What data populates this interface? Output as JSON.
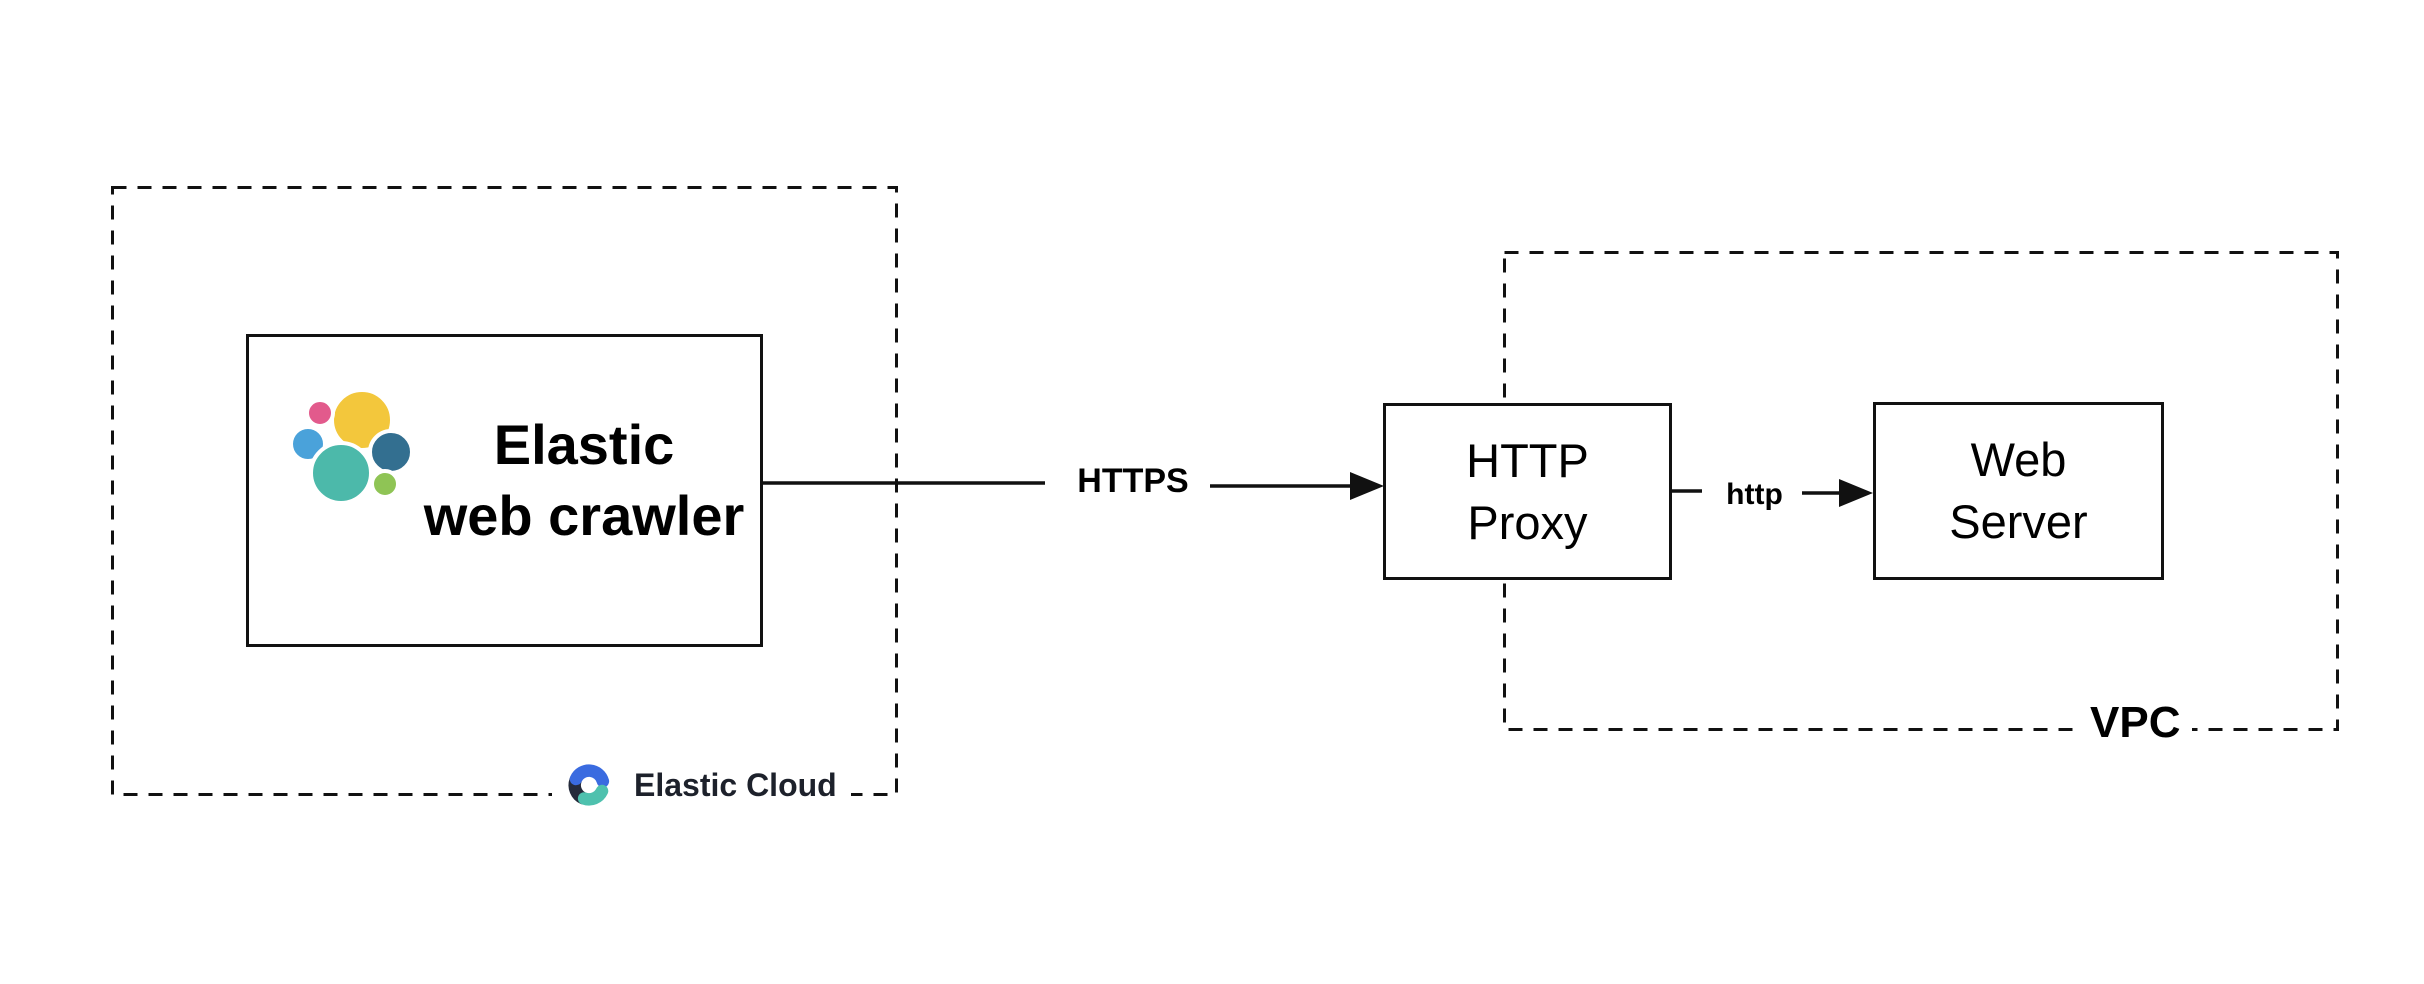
{
  "style": {
    "background": "#ffffff",
    "stroke": "#111111",
    "text_color": "#000000",
    "cloud_text_color": "#1d212b"
  },
  "groups": {
    "elastic_cloud": {
      "label": "Elastic Cloud"
    },
    "vpc": {
      "label": "VPC"
    }
  },
  "nodes": {
    "crawler": {
      "line1": "Elastic",
      "line2": "web crawler"
    },
    "http_proxy": {
      "line1": "HTTP",
      "line2": "Proxy"
    },
    "web_server": {
      "line1": "Web",
      "line2": "Server"
    }
  },
  "edges": {
    "crawler_to_proxy": {
      "label": "HTTPS"
    },
    "proxy_to_server": {
      "label": "http"
    }
  },
  "icons": {
    "elastic_logo": {
      "yellow": "#F3C73C",
      "pink": "#E25A8C",
      "blue": "#4AA2DA",
      "teal": "#4CB9AA",
      "dark_blue": "#336F90",
      "green": "#8FC455"
    },
    "elastic_cloud_logo": {
      "blue": "#3A6BE0",
      "dark": "#252B3B",
      "teal": "#4EC1AE"
    }
  }
}
